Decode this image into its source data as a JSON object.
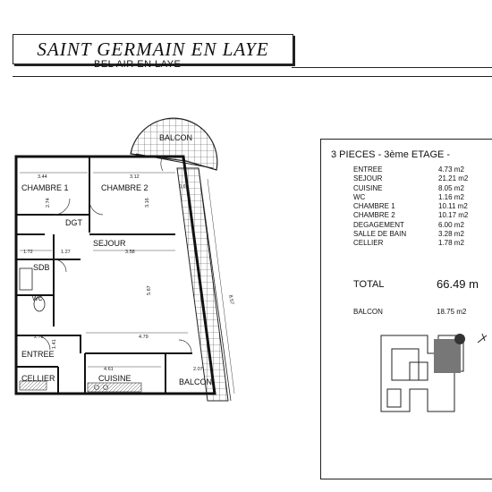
{
  "header": {
    "title": "SAINT GERMAIN EN LAYE",
    "subtitle": "BEL AIR EN LAYE"
  },
  "summary": {
    "heading": "3 PIECES  -  3ème ETAGE  -",
    "rooms": [
      {
        "name": "ENTREE",
        "area": "4.73 m2"
      },
      {
        "name": "SEJOUR",
        "area": "21.21 m2"
      },
      {
        "name": "CUISINE",
        "area": "8.05 m2"
      },
      {
        "name": "WC",
        "area": "1.16 m2"
      },
      {
        "name": "CHAMBRE 1",
        "area": "10.11 m2"
      },
      {
        "name": "CHAMBRE 2",
        "area": "10.17 m2"
      },
      {
        "name": "DEGAGEMENT",
        "area": "6.00 m2"
      },
      {
        "name": "SALLE DE BAIN",
        "area": "3.28 m2"
      },
      {
        "name": "CELLIER",
        "area": "1.78 m2"
      }
    ],
    "total_label": "TOTAL",
    "total_value": "66.49 m",
    "balcon_label": "BALCON",
    "balcon_value": "18.75 m2"
  },
  "plan": {
    "labels": {
      "balcon_top": "BALCON",
      "chambre1": "CHAMBRE 1",
      "chambre2": "CHAMBRE 2",
      "dgt": "DGT",
      "sejour": "SEJOUR",
      "sdb": "SDB",
      "wc": "WC",
      "entree": "ENTREE",
      "cellier": "CELLIER",
      "cuisine": "CUISINE",
      "balcon_bottom": "BALCON"
    },
    "dimensions": {
      "d1": "3.44",
      "d2": "3.12",
      "d3": "2.74",
      "d4": "0.66",
      "d5": "3.16",
      "d6": "1.72",
      "d7": "1.27",
      "d8": "3.58",
      "d9": "5.67",
      "d10": "4.79",
      "d11": "2.72",
      "d12": "4.61",
      "d13": "2.07",
      "d14": "8.57",
      "d15": "1.41"
    }
  }
}
